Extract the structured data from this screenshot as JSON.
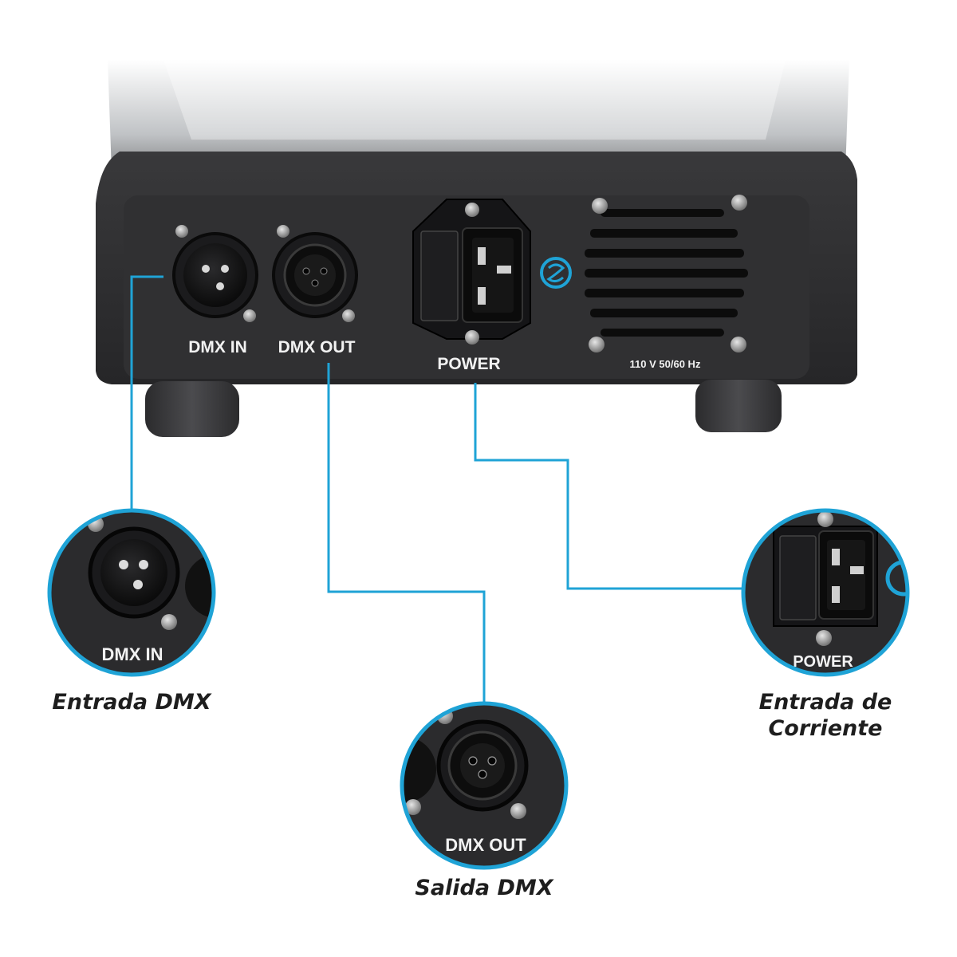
{
  "device": {
    "labels": {
      "dmx_in": "DMX IN",
      "dmx_out": "DMX OUT",
      "power": "POWER",
      "voltage": "110 V 50/60 Hz"
    }
  },
  "callouts": {
    "dmx_in": {
      "zoom_label": "DMX IN",
      "caption": "Entrada DMX"
    },
    "dmx_out": {
      "zoom_label": "DMX OUT",
      "caption": "Salida DMX"
    },
    "power": {
      "zoom_label": "POWER",
      "caption_line1": "Entrada de",
      "caption_line2": "Corriente"
    }
  },
  "colors": {
    "accent": "#1fa3d6",
    "device_body": "#2e2e30",
    "connector": "#111111",
    "text_light": "#f2f2f2",
    "caption_text": "#1e1e1e"
  },
  "icons": [
    "xlr-male-connector",
    "xlr-female-connector",
    "iec-power-inlet",
    "fuse-holder",
    "screw",
    "vent-grille",
    "brand-logo"
  ]
}
